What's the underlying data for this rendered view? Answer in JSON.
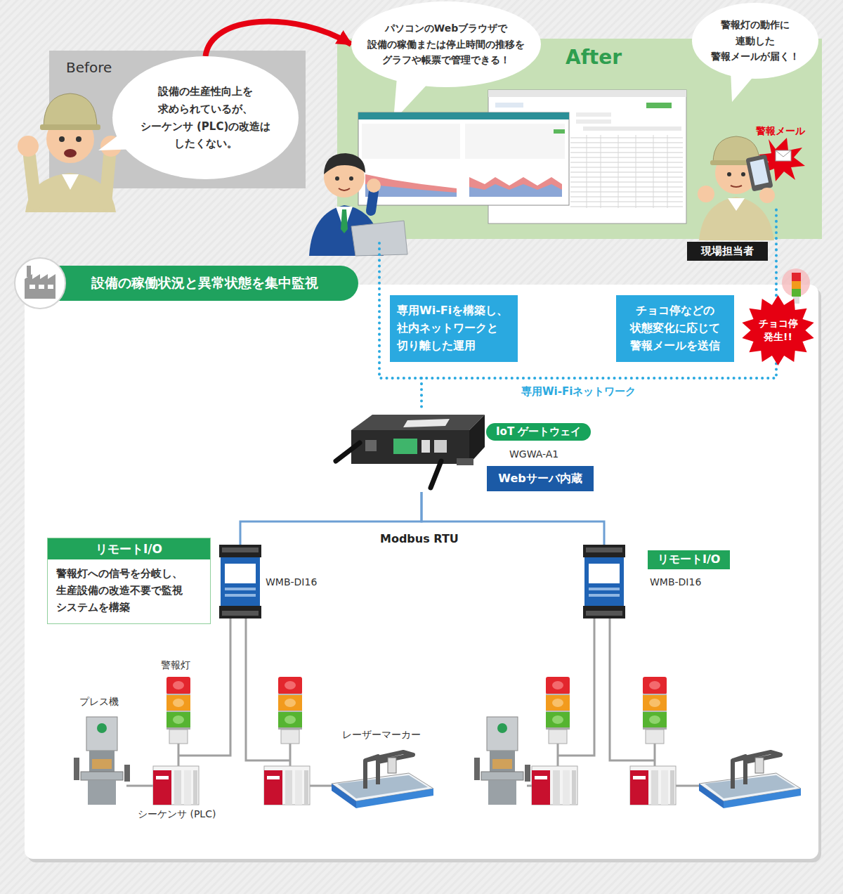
{
  "diagram": {
    "nodes": [
      {
        "text": [
          "Before"
        ]
      },
      {
        "text": [
          "設備の生産性向上を 求められているが、 シーケンサ (PLC)の改造は したくない。"
        ],
        "in": 0
      },
      {
        "text": [
          "After"
        ]
      },
      {
        "text": [
          "パソコンのWebブラウザで 設備の稼働または停止時間の推移を グラフや帳票で管理できる！"
        ]
      },
      {
        "text": [
          "警報灯の動作に 連動した 警報メールが届く！"
        ]
      },
      {
        "text": [
          "現場担当者"
        ]
      },
      {
        "text": [
          "設備の稼働状況と異常状態を集中監視"
        ]
      },
      {
        "text": [
          "専用Wi-Fiを構築し、 社内ネットワークと 切り離した運用"
        ],
        "in": 6
      },
      {
        "text": [
          "チョコ停などの 状態変化に応じて 警報メールを送信"
        ],
        "in": 6
      },
      {
        "text": [
          "チョコ停 発生!!"
        ],
        "in": 6
      },
      {
        "text": [
          "IoT ゲートウェイ",
          "WGWA-A1",
          "Webサーバ内蔵"
        ],
        "in": 6
      },
      {
        "text": [
          "リモートI/O",
          "警報灯への信号を分岐し、 生産設備の改造不要で監視 システムを構築"
        ],
        "in": 6
      },
      {
        "text": [
          "WMB-DI16"
        ],
        "in": 6
      },
      {
        "text": [
          "リモートI/O",
          "WMB-DI16"
        ],
        "in": 6
      }
    ],
    "edges": [
      {
        "from": 1,
        "to": 3,
        "arrow": "to"
      },
      {
        "from": 10,
        "to": 12,
        "arrow": "none"
      },
      {
        "from": 10,
        "to": 13,
        "arrow": "none"
      }
    ],
    "labels": [
      "警報メール",
      "専用Wi-Fiネットワーク",
      "Modbus RTU",
      "警報灯",
      "プレス機",
      "シーケンサ (PLC)",
      "レーザーマーカー"
    ]
  }
}
